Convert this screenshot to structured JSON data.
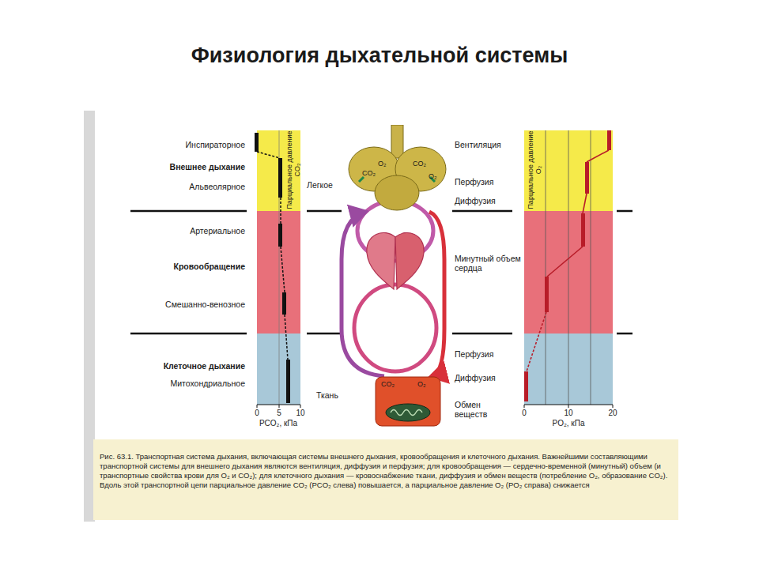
{
  "diagram": {
    "title": "Физиология дыхательной системы",
    "caption": "Рис. 63.1. Транспортная система дыхания, включающая системы внешнего дыхания, кровообращения и клеточного дыхания. Важнейшими составляющими транспортной системы для внешнего дыхания являются вентиляция, диффузия и перфузия; для кровообращения — сердечно-временной (минутный) объем (и транспортные свойства крови для O₂ и CO₂); для клеточного дыхания — кровоснабжение ткани, диффузия и обмен веществ (потребление O₂, образование CO₂). Вдоль этой транспортной цепи парциальное давление CO₂ (PCO₂ слева) повышается, а парциальное давление O₂ (PO₂ справа) снижается",
    "nodes": [
      {
        "text": [
          "Легкое",
          "CO₂",
          "O₂",
          "CO₂",
          "O₂"
        ]
      },
      {
        "text": [
          "Ткань",
          "CO₂",
          "O₂"
        ]
      }
    ],
    "edges": [
      {
        "from": 0,
        "to": 1,
        "arrow": "to"
      },
      {
        "from": 1,
        "to": 0,
        "arrow": "to"
      }
    ],
    "labels": [
      "Инспираторное",
      "Внешнее дыхание",
      "Альвеолярное",
      "Артериальное",
      "Кровообращение",
      "Смешанно-венозное",
      "Клеточное дыхание",
      "Митохондриальное",
      "Вентиляция",
      "Перфузия",
      "Диффузия",
      "Минутный объем сердца",
      "Перфузия",
      "Диффузия",
      "Обмен веществ",
      "Парциальное давление CO₂",
      "Парциальное давление O₂",
      "0",
      "5",
      "10",
      "PCO₂, кПа",
      "0",
      "10",
      "20",
      "PO₂, кПа"
    ]
  }
}
